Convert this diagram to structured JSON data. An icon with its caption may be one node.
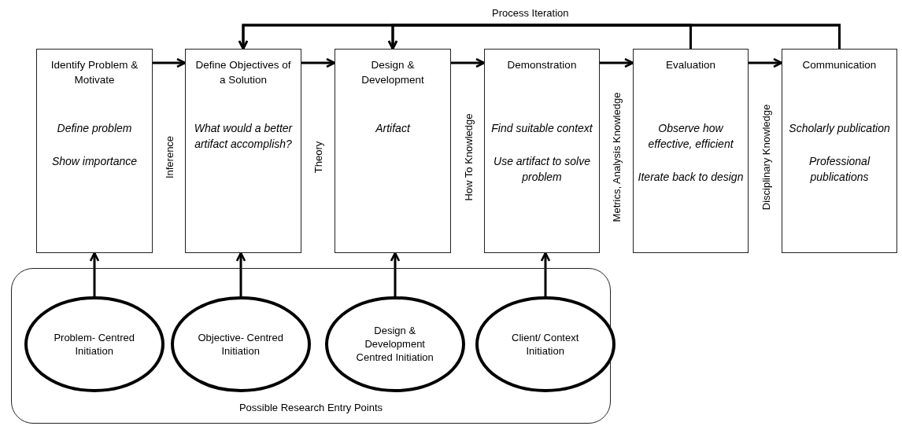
{
  "diagram": {
    "nodes": [
      {
        "text": [
          "Identify Problem & Motivate",
          "Define problem",
          "Show importance"
        ]
      },
      {
        "text": [
          "Define Objectives of a Solution",
          "What would a better artifact accomplish?"
        ]
      },
      {
        "text": [
          "Design & Development",
          "Artifact"
        ]
      },
      {
        "text": [
          "Demonstration",
          "Find suitable context",
          "Use artifact to solve problem"
        ]
      },
      {
        "text": [
          "Evaluation",
          "Observe how effective, efficient",
          "Iterate back to design"
        ]
      },
      {
        "text": [
          "Communication",
          "Scholarly publication",
          "Professional publications"
        ]
      },
      {
        "text": [
          "Possible Research Entry Points"
        ]
      },
      {
        "text": [
          "Problem- Centred Initiation"
        ],
        "in": 6
      },
      {
        "text": [
          "Objective- Centred Initiation"
        ],
        "in": 6
      },
      {
        "text": [
          "Design & Development Centred Initiation"
        ],
        "in": 6
      },
      {
        "text": [
          "Client/ Context Initiation"
        ],
        "in": 6
      }
    ],
    "edges": [
      {
        "from": 0,
        "to": 1,
        "arrow": "to"
      },
      {
        "from": 1,
        "to": 2,
        "arrow": "to"
      },
      {
        "from": 2,
        "to": 3,
        "arrow": "to"
      },
      {
        "from": 3,
        "to": 4,
        "arrow": "to"
      },
      {
        "from": 4,
        "to": 5,
        "arrow": "to"
      },
      {
        "from": 4,
        "to": 1,
        "arrow": "to"
      },
      {
        "from": 4,
        "to": 2,
        "arrow": "to"
      },
      {
        "from": 5,
        "to": 1,
        "arrow": "to"
      },
      {
        "from": 5,
        "to": 2,
        "arrow": "to"
      },
      {
        "from": 7,
        "to": 0,
        "arrow": "to"
      },
      {
        "from": 8,
        "to": 1,
        "arrow": "to"
      },
      {
        "from": 9,
        "to": 2,
        "arrow": "to"
      },
      {
        "from": 10,
        "to": 3,
        "arrow": "to"
      }
    ],
    "labels": [
      "Process Iteration",
      "Inference",
      "Theory",
      "How To Knowledge",
      "Metrics, Analysis Knowledge",
      "Disciplinary Knowledge"
    ]
  }
}
